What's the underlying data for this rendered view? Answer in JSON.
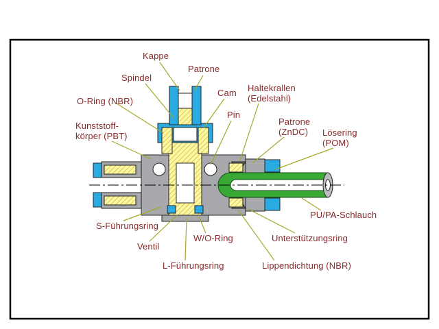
{
  "diagram": {
    "kind": "technical cross-section of a push-in pneumatic fitting",
    "labels": {
      "kappe": "Kappe",
      "spindel": "Spindel",
      "patrone_top": "Patrone",
      "cam": "Cam",
      "o_ring": "O-Ring (NBR)",
      "haltekrallen": "Haltekrallen\n(Edelstahl)",
      "pin": "Pin",
      "kunststoffkoerper": "Kunststoff-\nkörper (PBT)",
      "patrone_zndc": "Patrone\n(ZnDC)",
      "loesering": "Lösering\n(POM)",
      "pu_pa_schlauch": "PU/PA-Schlauch",
      "s_fuehrungsring": "S-Führungsring",
      "ventil": "Ventil",
      "w_o_ring": "W/O-Ring",
      "unterstuetzungsring": "Unterstützungsring",
      "l_fuehrungsring": "L-Führungsring",
      "lippendichtung": "Lippendichtung (NBR)"
    },
    "colors": {
      "label_text": "#8a2a2a",
      "leader_line": "#a8a62c",
      "plastic_cyan": "#29abe2",
      "seal_yellow": "#fdf6a3",
      "metal_gray": "#a7a9ac",
      "tube_green": "#39a935",
      "frame_border": "#000000",
      "background": "#ffffff"
    }
  }
}
